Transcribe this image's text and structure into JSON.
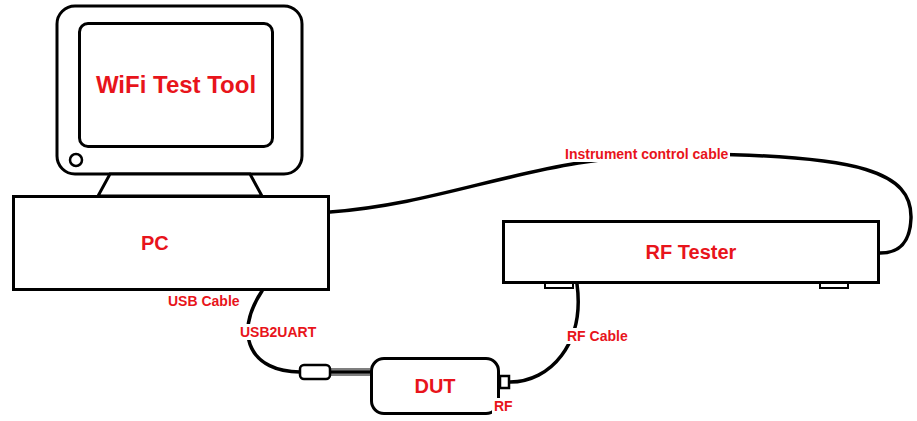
{
  "diagram": {
    "nodes": [
      {
        "text": [
          "WiFi Test Tool"
        ]
      },
      {
        "text": [
          "PC"
        ]
      },
      {
        "text": [
          "RF Tester"
        ]
      },
      {
        "text": [
          "DUT"
        ]
      }
    ],
    "edges": [
      {
        "from": 1,
        "to": 2,
        "arrow": "none",
        "label": "Instrument control cable"
      },
      {
        "from": 1,
        "to": 3,
        "arrow": "none",
        "label": "USB Cable"
      },
      {
        "from": 2,
        "to": 3,
        "arrow": "none",
        "label": "RF Cable"
      }
    ],
    "labels": [
      "USB2UART",
      "RF"
    ]
  }
}
